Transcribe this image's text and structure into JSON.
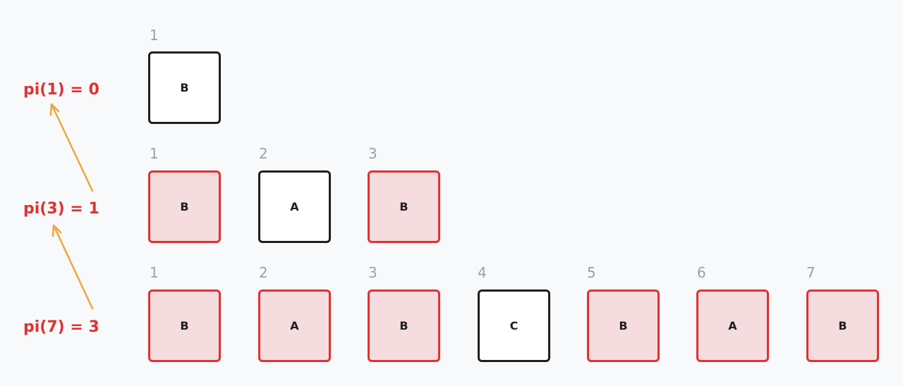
{
  "rows": [
    {
      "pi_label": "pi(1) = 0",
      "cells": [
        {
          "index": "1",
          "char": "B",
          "state": "plain"
        }
      ]
    },
    {
      "pi_label": "pi(3) = 1",
      "cells": [
        {
          "index": "1",
          "char": "B",
          "state": "match"
        },
        {
          "index": "2",
          "char": "A",
          "state": "plain"
        },
        {
          "index": "3",
          "char": "B",
          "state": "match"
        }
      ]
    },
    {
      "pi_label": "pi(7) = 3",
      "cells": [
        {
          "index": "1",
          "char": "B",
          "state": "match"
        },
        {
          "index": "2",
          "char": "A",
          "state": "match"
        },
        {
          "index": "3",
          "char": "B",
          "state": "match"
        },
        {
          "index": "4",
          "char": "C",
          "state": "plain"
        },
        {
          "index": "5",
          "char": "B",
          "state": "match"
        },
        {
          "index": "6",
          "char": "A",
          "state": "match"
        },
        {
          "index": "7",
          "char": "B",
          "state": "match"
        }
      ]
    }
  ],
  "colors": {
    "match_border": "#e03131",
    "match_fill": "#f4dcdf",
    "plain_border": "#1e1e1e",
    "label": "#e03131",
    "index": "#9aa0a6",
    "arrow": "#f0a63a"
  }
}
